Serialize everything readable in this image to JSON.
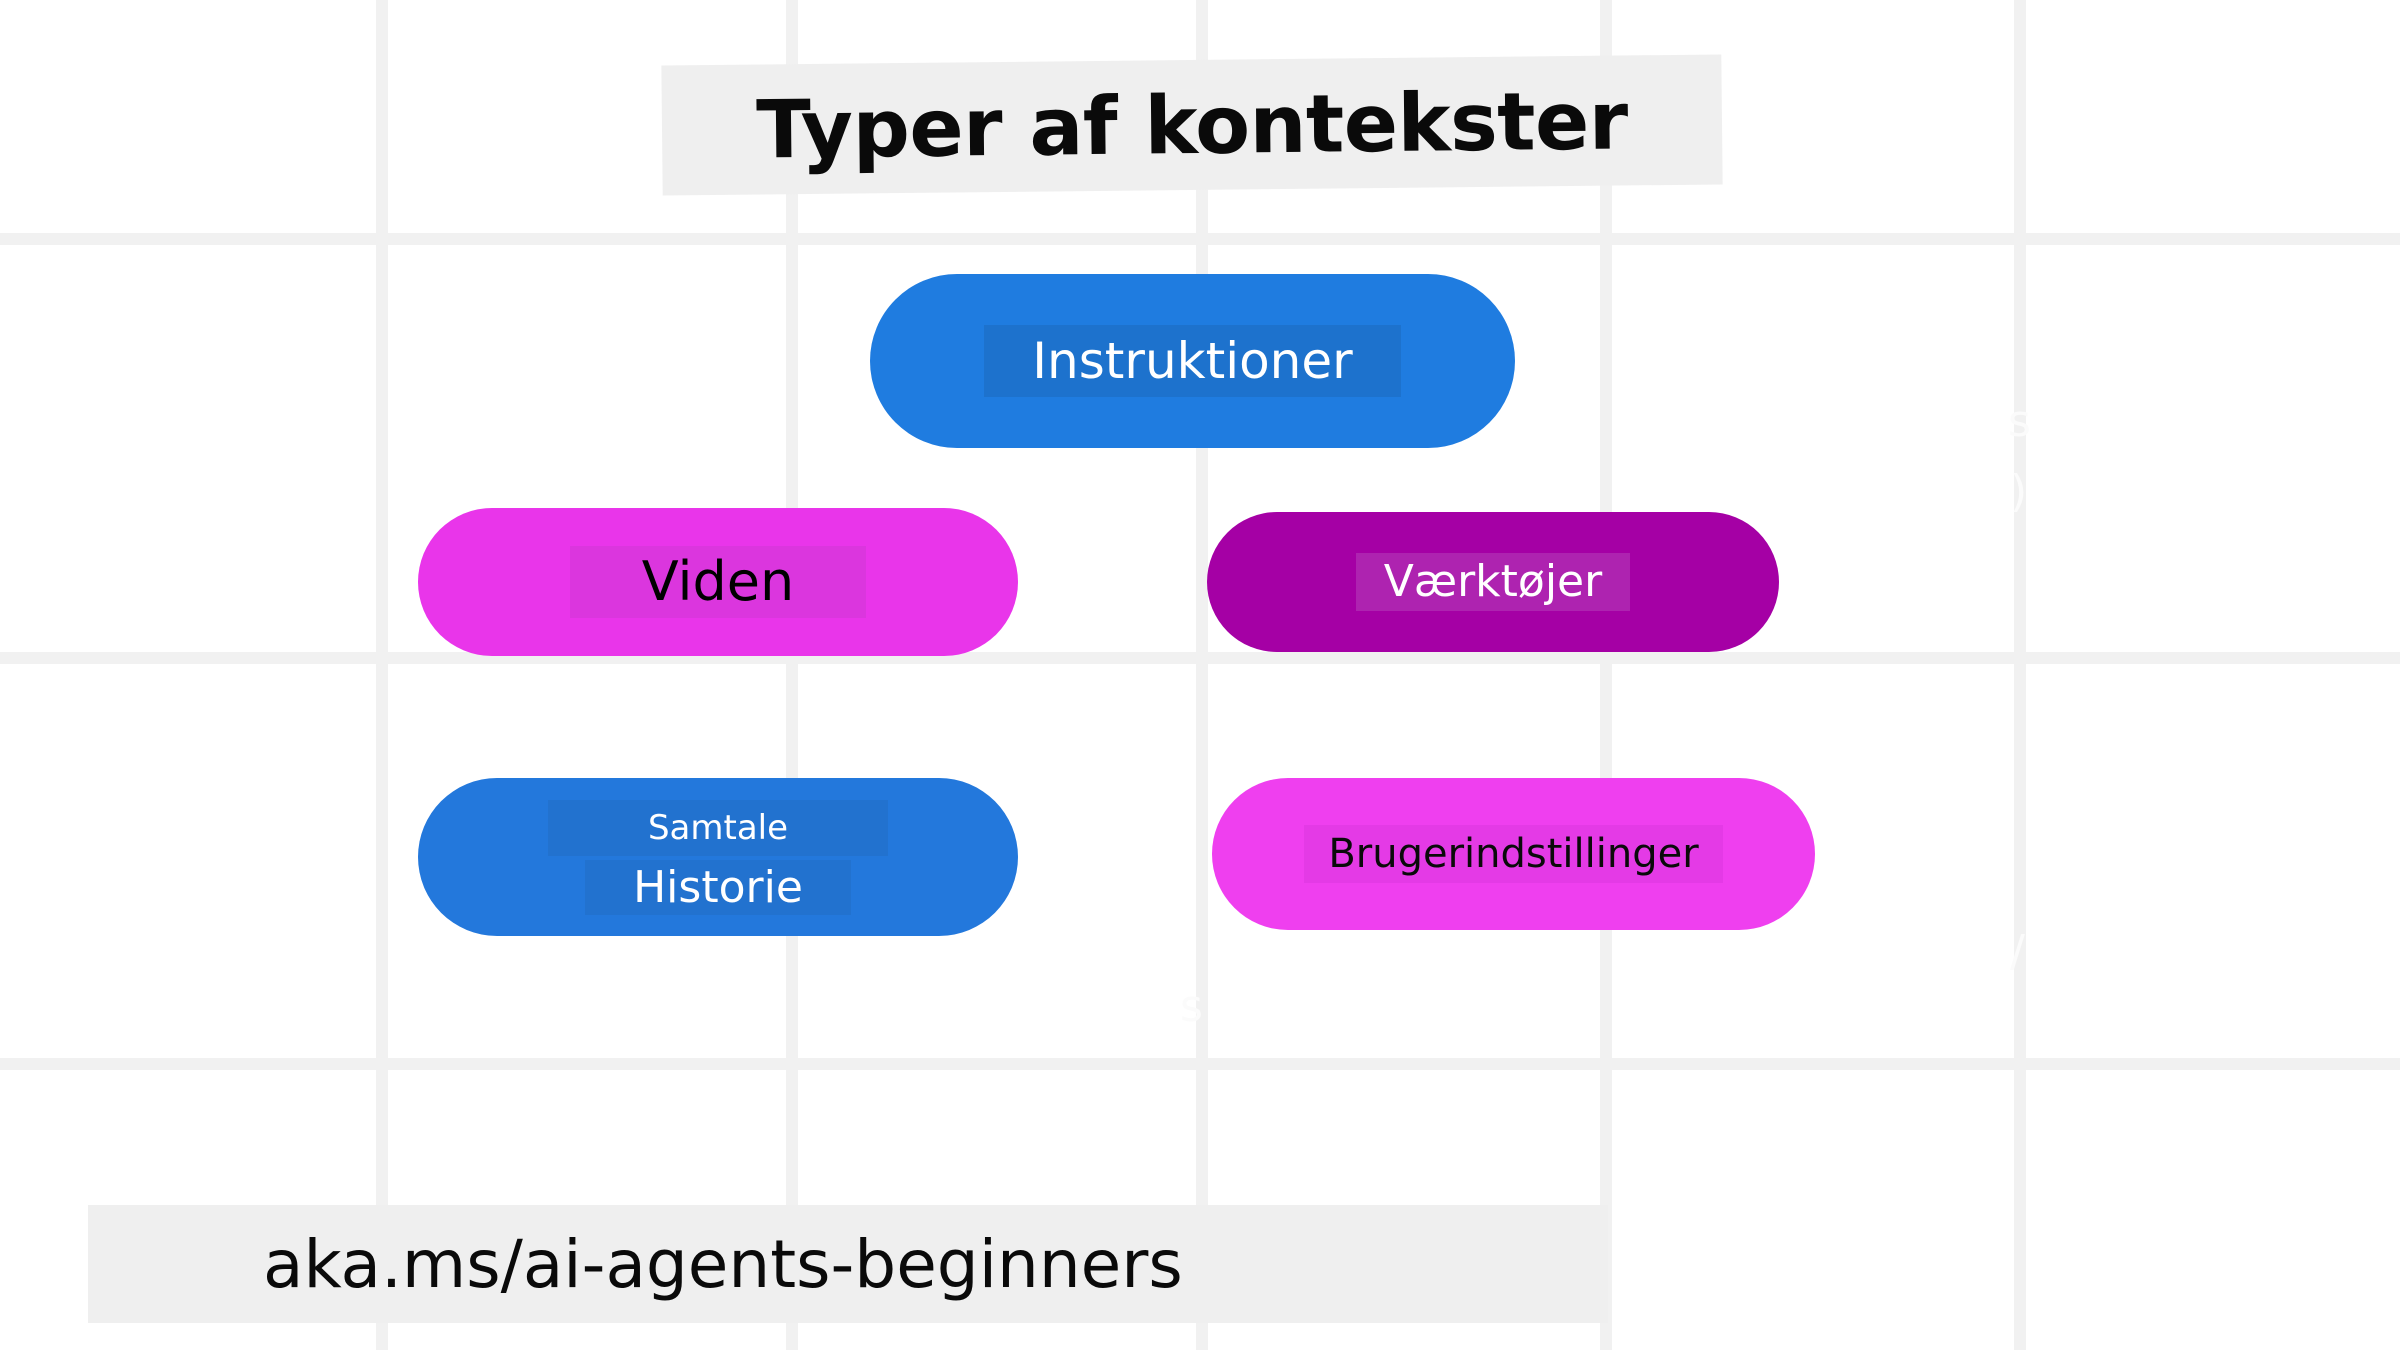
{
  "page": {
    "title": "Typer af kontekster",
    "footer_url": "aka.ms/ai-agents-beginners",
    "background_color": "#ffffff",
    "grid_color": "#f1f1f1",
    "text_band_color": "#efefef"
  },
  "diagram": {
    "type": "node-map",
    "nodes": [
      {
        "id": "instruktioner",
        "label": "Instruktioner",
        "fill": "#1f7ce0",
        "label_bg": "#1d72cd",
        "text_color": "#ffffff",
        "shape": "rounded-pill",
        "row": 1,
        "column": "center"
      },
      {
        "id": "viden",
        "label": "Viden",
        "fill": "#e935ea",
        "label_bg": "#db36de",
        "text_color": "#000000",
        "shape": "rounded-pill",
        "row": 2,
        "column": "left"
      },
      {
        "id": "vaerktojer",
        "label": "Værktøjer",
        "fill": "#a500a5",
        "label_bg": "#ae23b0",
        "text_color": "#ffffff",
        "shape": "rounded-pill",
        "row": 2,
        "column": "right"
      },
      {
        "id": "samtale-historie",
        "label_line1": "Samtale",
        "label_line2": "Historie",
        "fill": "#2378dc",
        "label_bg": "#2272cf",
        "text_color": "#ffffff",
        "shape": "rounded-pill",
        "row": 3,
        "column": "left"
      },
      {
        "id": "brugerindstillinger",
        "label": "Brugerindstillinger",
        "fill": "#ef3fef",
        "label_bg": "#e43ae6",
        "text_color": "#0a0a0a",
        "shape": "rounded-pill",
        "row": 3,
        "column": "right"
      }
    ]
  },
  "ghosts": {
    "g1": "s",
    "g2": ")",
    "g3": "/",
    "g4": "s"
  }
}
